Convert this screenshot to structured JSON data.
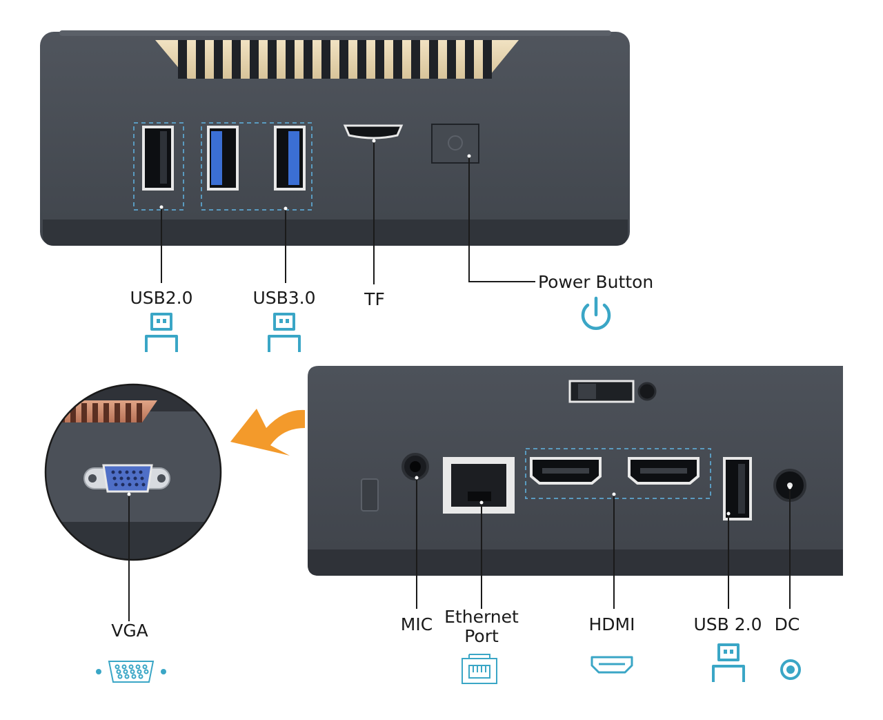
{
  "labels": {
    "usb20_top": "USB2.0",
    "usb30_top": "USB3.0",
    "tf": "TF",
    "power_button": "Power Button",
    "vga": "VGA",
    "mic": "MIC",
    "ethernet_line1": "Ethernet",
    "ethernet_line2": "Port",
    "hdmi": "HDMI",
    "usb20_bottom": "USB 2.0",
    "dc": "DC"
  },
  "icons": {
    "usb": "usb-plug-icon",
    "power": "power-icon",
    "vga": "vga-connector-icon",
    "ethernet": "ethernet-port-icon",
    "hdmi": "hdmi-port-icon",
    "dc": "dc-jack-icon"
  },
  "colors": {
    "device_body": "#4a4f57",
    "device_bottom": "#33363c",
    "accent_teal": "#3aa6c6",
    "usb3_blue": "#3b6fd4",
    "arrow_orange": "#f39a2b",
    "vga_blue": "#4f6fc7",
    "text": "#1a1a1a"
  }
}
